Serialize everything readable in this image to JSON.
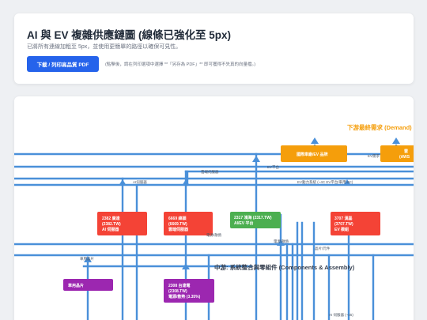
{
  "header": {
    "title": "AI 與 EV 複雜供應鏈圖 (線條已強化至 5px)",
    "subtitle": "已將所有連線加粗至 5px，並使用更簡單的路徑以確保可見性。",
    "download_label": "下載 / 列印高品質 PDF",
    "hint": "(點擊後，請在列印選項中選擇 **「另存為 PDF」** 即可獲得不失真的向量檔。)"
  },
  "diagram": {
    "sections": {
      "downstream": "下游最終需求 (Demand)",
      "midstream": "中游: 系統整合與零組件 (Components & Assembly)"
    },
    "nodes": {
      "ev_brand": "國際車廠/EV 品牌",
      "aws": "雲",
      "aws_sub": "(AWS",
      "n2382_line1": "2382 廣達",
      "n2382_line2": "(2382.TW)",
      "n2382_line3": "AI 伺服器",
      "n6669_line1": "6669 緯穎",
      "n6669_line2": "(6669.TW)",
      "n6669_line3": "雲端伺服器",
      "n2317_line1": "2317 鴻海 (2317.TW)",
      "n2317_line2": "AI/EV 平台",
      "n3707_line1": "3707 漢磊",
      "n3707_line2": "(3707.TW)",
      "n3707_line3": "EV 模組",
      "n2308_line1": "2308 台達電",
      "n2308_line2": "(2308.TW)",
      "n2308_line3": "電源/散熱 (3.35%)",
      "chip_node": "車用晶片"
    },
    "edge_labels": {
      "ai_server": "AI伺服器",
      "cloud_server": "雲端伺服器",
      "ev_platform": "EV平台",
      "ev_demand": "EV需求",
      "ev_power": "EV動力系統 (~4C EV平台/車用-6C)",
      "power_supply": "電源/散熱",
      "chip": "車用晶片",
      "server_power": "電源/散熱",
      "ev_module": "晶片/元件",
      "ai_server_bottom": "AI 伺服器 (~45)"
    }
  }
}
